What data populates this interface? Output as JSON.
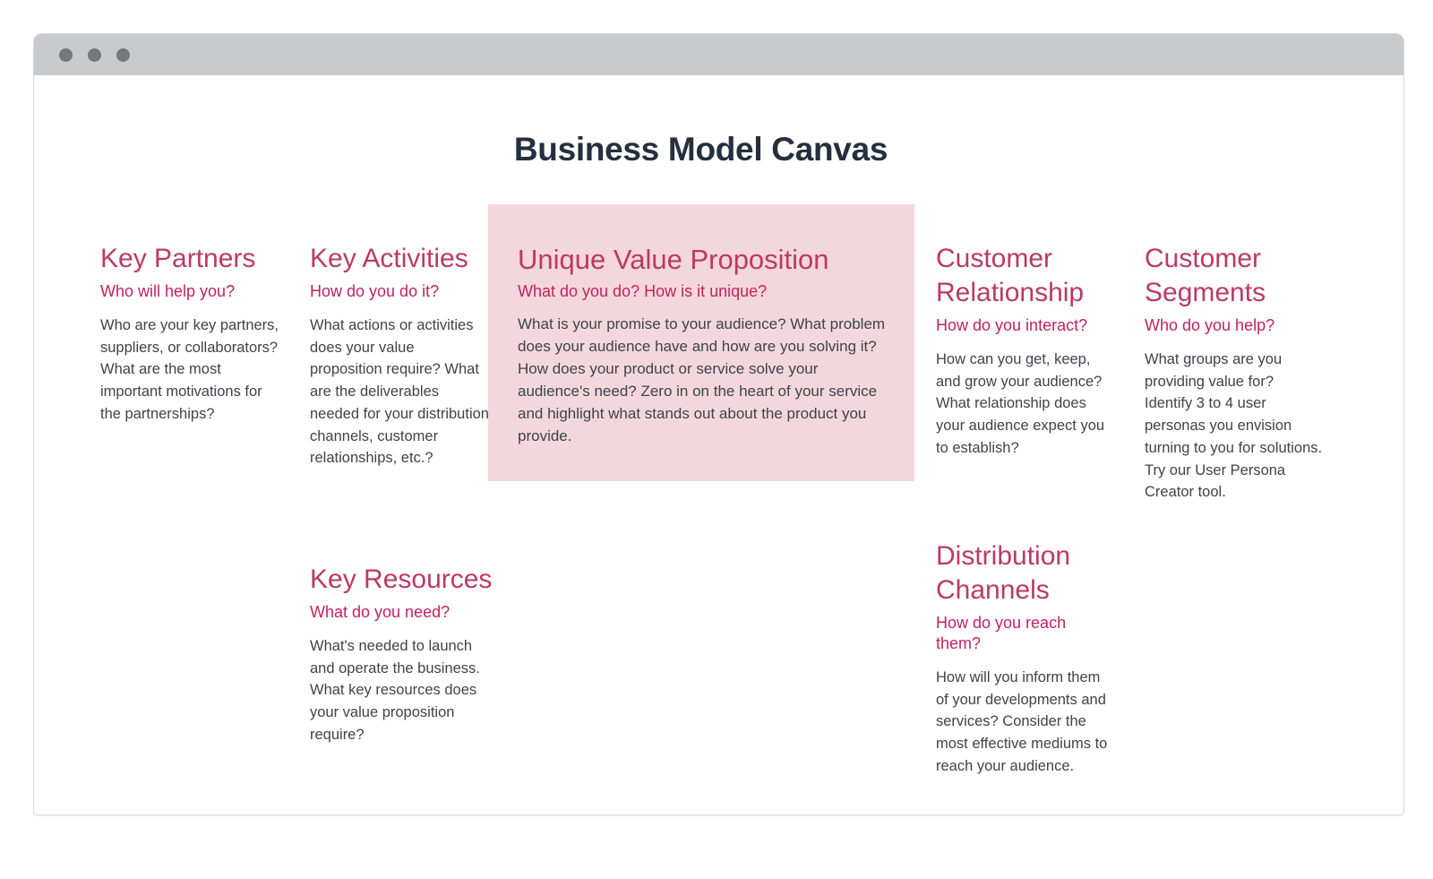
{
  "window": {
    "traffic_lights": [
      "close-dot",
      "minimize-dot",
      "maximize-dot"
    ]
  },
  "page": {
    "title": "Business Model Canvas"
  },
  "colors": {
    "heading": "#bb3a63",
    "subheading": "#c2225c",
    "body": "#3d444b",
    "highlight_bg": "#f4d7dc",
    "title": "#252f3d",
    "titlebar": "#c9cacd",
    "dot": "#74787e"
  },
  "blocks": {
    "key_partners": {
      "title": "Key Partners",
      "subtitle": "Who will help you?",
      "body": "Who are your key partners, suppliers, or collaborators? What are the most important motivations for the partnerships?"
    },
    "key_activities": {
      "title": "Key Activities",
      "subtitle": "How do you do it?",
      "body": "What actions or activities does your value proposition require? What are the deliverables needed for your distribution channels, customer relationships, etc.?"
    },
    "key_resources": {
      "title": "Key Resources",
      "subtitle": "What do you need?",
      "body": "What's needed to launch and operate the business. What key resources does your value proposition require?"
    },
    "unique_value_proposition": {
      "title": "Unique Value Proposition",
      "subtitle": "What do you do? How is it unique?",
      "body": "What is your promise to your audience? What problem does your audience have and how are you solving it? How does your product or service solve your audience's need? Zero in on the heart of your service and highlight what stands out about the product you provide."
    },
    "customer_relationship": {
      "title": "Customer Relationship",
      "subtitle": "How do you interact?",
      "body": "How can you get, keep, and grow your audience? What relationship does your audience expect you to establish?"
    },
    "distribution_channels": {
      "title": "Distribution Channels",
      "subtitle": "How do you reach them?",
      "body": "How will you inform them of your developments and services? Consider the most effective mediums to reach your audience."
    },
    "customer_segments": {
      "title": "Customer Segments",
      "subtitle": "Who do you help?",
      "body": "What groups are you providing value for? Identify 3 to 4 user personas you envision turning to you for solutions. Try our User Persona Creator tool."
    }
  }
}
